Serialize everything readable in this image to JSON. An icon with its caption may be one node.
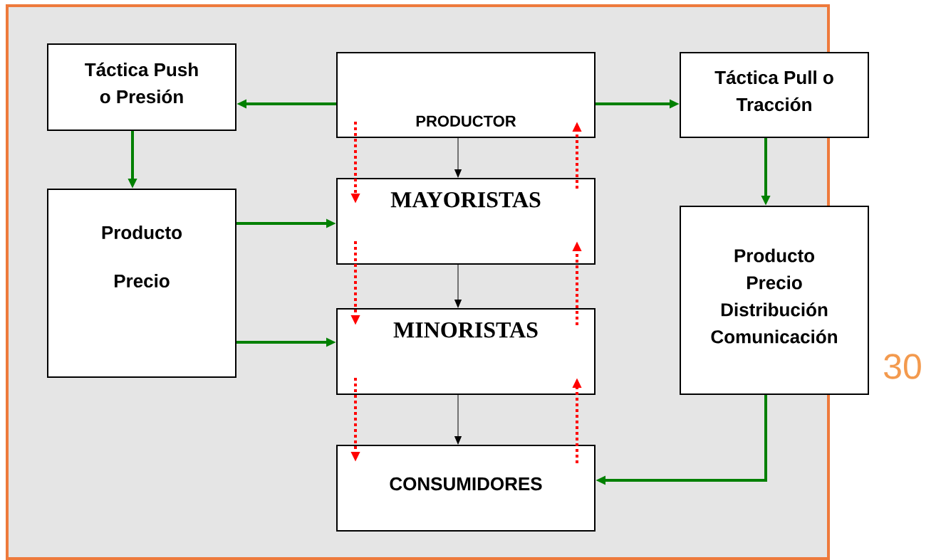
{
  "diagram": {
    "nodes": [
      {
        "text": [
          "Táctica Push o Presión"
        ]
      },
      {
        "text": [
          "PRODUCTOR"
        ]
      },
      {
        "text": [
          "Táctica Pull o Tracción"
        ]
      },
      {
        "text": [
          "Producto",
          "Precio"
        ]
      },
      {
        "text": [
          "MAYORISTAS"
        ]
      },
      {
        "text": [
          "Producto",
          "Precio",
          "Distribución",
          "Comunicación"
        ]
      },
      {
        "text": [
          "MINORISTAS"
        ]
      },
      {
        "text": [
          "CONSUMIDORES"
        ]
      }
    ],
    "edges": [
      {
        "from": 1,
        "to": 0,
        "arrow": "to"
      },
      {
        "from": 1,
        "to": 2,
        "arrow": "to"
      },
      {
        "from": 0,
        "to": 3,
        "arrow": "to"
      },
      {
        "from": 2,
        "to": 5,
        "arrow": "to"
      },
      {
        "from": 3,
        "to": 4,
        "arrow": "to"
      },
      {
        "from": 3,
        "to": 6,
        "arrow": "to"
      },
      {
        "from": 5,
        "to": 7,
        "arrow": "to"
      },
      {
        "from": 1,
        "to": 4,
        "arrow": "to",
        "color": "#000000"
      },
      {
        "from": 4,
        "to": 6,
        "arrow": "to",
        "color": "#000000"
      },
      {
        "from": 6,
        "to": 7,
        "arrow": "to",
        "color": "#000000"
      },
      {
        "from": 1,
        "to": 4,
        "arrow": "to",
        "style": "dashed",
        "color": "#ff0000"
      },
      {
        "from": 4,
        "to": 6,
        "arrow": "to",
        "style": "dashed",
        "color": "#ff0000"
      },
      {
        "from": 6,
        "to": 7,
        "arrow": "to",
        "style": "dashed",
        "color": "#ff0000"
      },
      {
        "from": 4,
        "to": 1,
        "arrow": "to",
        "style": "dashed",
        "color": "#ff0000"
      },
      {
        "from": 6,
        "to": 4,
        "arrow": "to",
        "style": "dashed",
        "color": "#ff0000"
      },
      {
        "from": 7,
        "to": 6,
        "arrow": "to",
        "style": "dashed",
        "color": "#ff0000"
      }
    ],
    "labels": [
      "30"
    ]
  }
}
